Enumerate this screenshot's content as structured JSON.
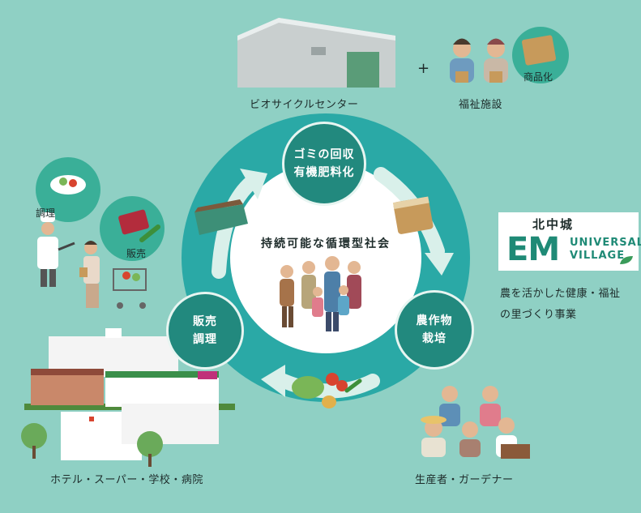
{
  "cycle": {
    "center": "持続可能な循環型社会",
    "nodes": {
      "top": [
        "ゴミの回収",
        "有機肥料化"
      ],
      "right": [
        "農作物",
        "栽培"
      ],
      "left": [
        "販売",
        "調理"
      ]
    }
  },
  "labels": {
    "biocycle": "ビオサイクルセンター",
    "plus": "+",
    "welfare": "福祉施設",
    "commercialize": "商品化",
    "cooking": "調理",
    "sales": "販売",
    "venues": "ホテル・スーパー・学校・病院",
    "producers": "生産者・ガーデナー"
  },
  "brand": {
    "name": "北中城",
    "em": "EM",
    "universal": "UNIVERSAL",
    "village": "VILLAGE",
    "description_line1": "農を活かした健康・福祉",
    "description_line2": "の里づくり事業"
  },
  "colors": {
    "background": "#8fd0c4",
    "ring": "#2aa9a6",
    "node": "#22897e",
    "brand": "#1f8a76"
  }
}
